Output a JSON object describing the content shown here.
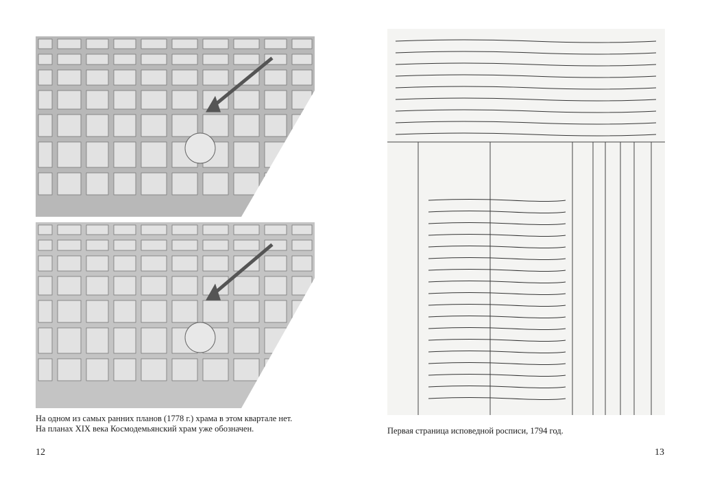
{
  "left_page": {
    "caption_lines": [
      "На одном из самых ранних планов (1778 г.) храма в этом квартале нет.",
      "На планах XIX века Космодемьянский храм уже обозначен."
    ],
    "page_number": "12"
  },
  "right_page": {
    "caption": "Первая страница исповедной росписи, 1794 год.",
    "page_number": "13"
  },
  "colors": {
    "map_bg": "#b8b8b8",
    "arrow": "#555555",
    "paper": "#f4f4f2"
  }
}
